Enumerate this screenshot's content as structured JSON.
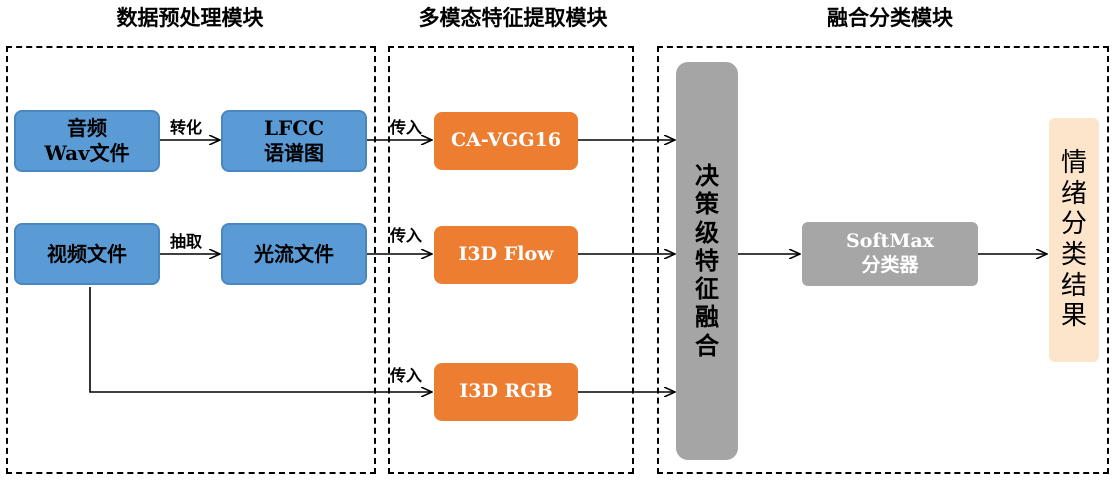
{
  "sections": {
    "preprocess": "数据预处理模块",
    "extract": "多模态特征提取模块",
    "fusion": "融合分类模块"
  },
  "boxes": {
    "audio_line1": "音频",
    "audio_line2": "Wav文件",
    "lfcc_line1": "LFCC",
    "lfcc_line2": "语谱图",
    "video": "视频文件",
    "optical_flow": "光流文件",
    "cavgg": "CA-VGG16",
    "i3d_flow": "I3D Flow",
    "i3d_rgb": "I3D RGB",
    "fusion_chars": [
      "决",
      "策",
      "级",
      "特",
      "征",
      "融",
      "合"
    ],
    "softmax_line1": "SoftMax",
    "softmax_line2": "分类器",
    "result_chars": [
      "情",
      "绪",
      "分",
      "类",
      "结",
      "果"
    ]
  },
  "labels": {
    "convert": "转化",
    "extract": "抽取",
    "input1": "传入",
    "input2": "传入",
    "input3": "传入"
  },
  "colors": {
    "input_box": "#5b9bd5",
    "model_box": "#ed7d31",
    "fusion_box": "#a5a5a5",
    "result_box": "#fde5cc"
  }
}
